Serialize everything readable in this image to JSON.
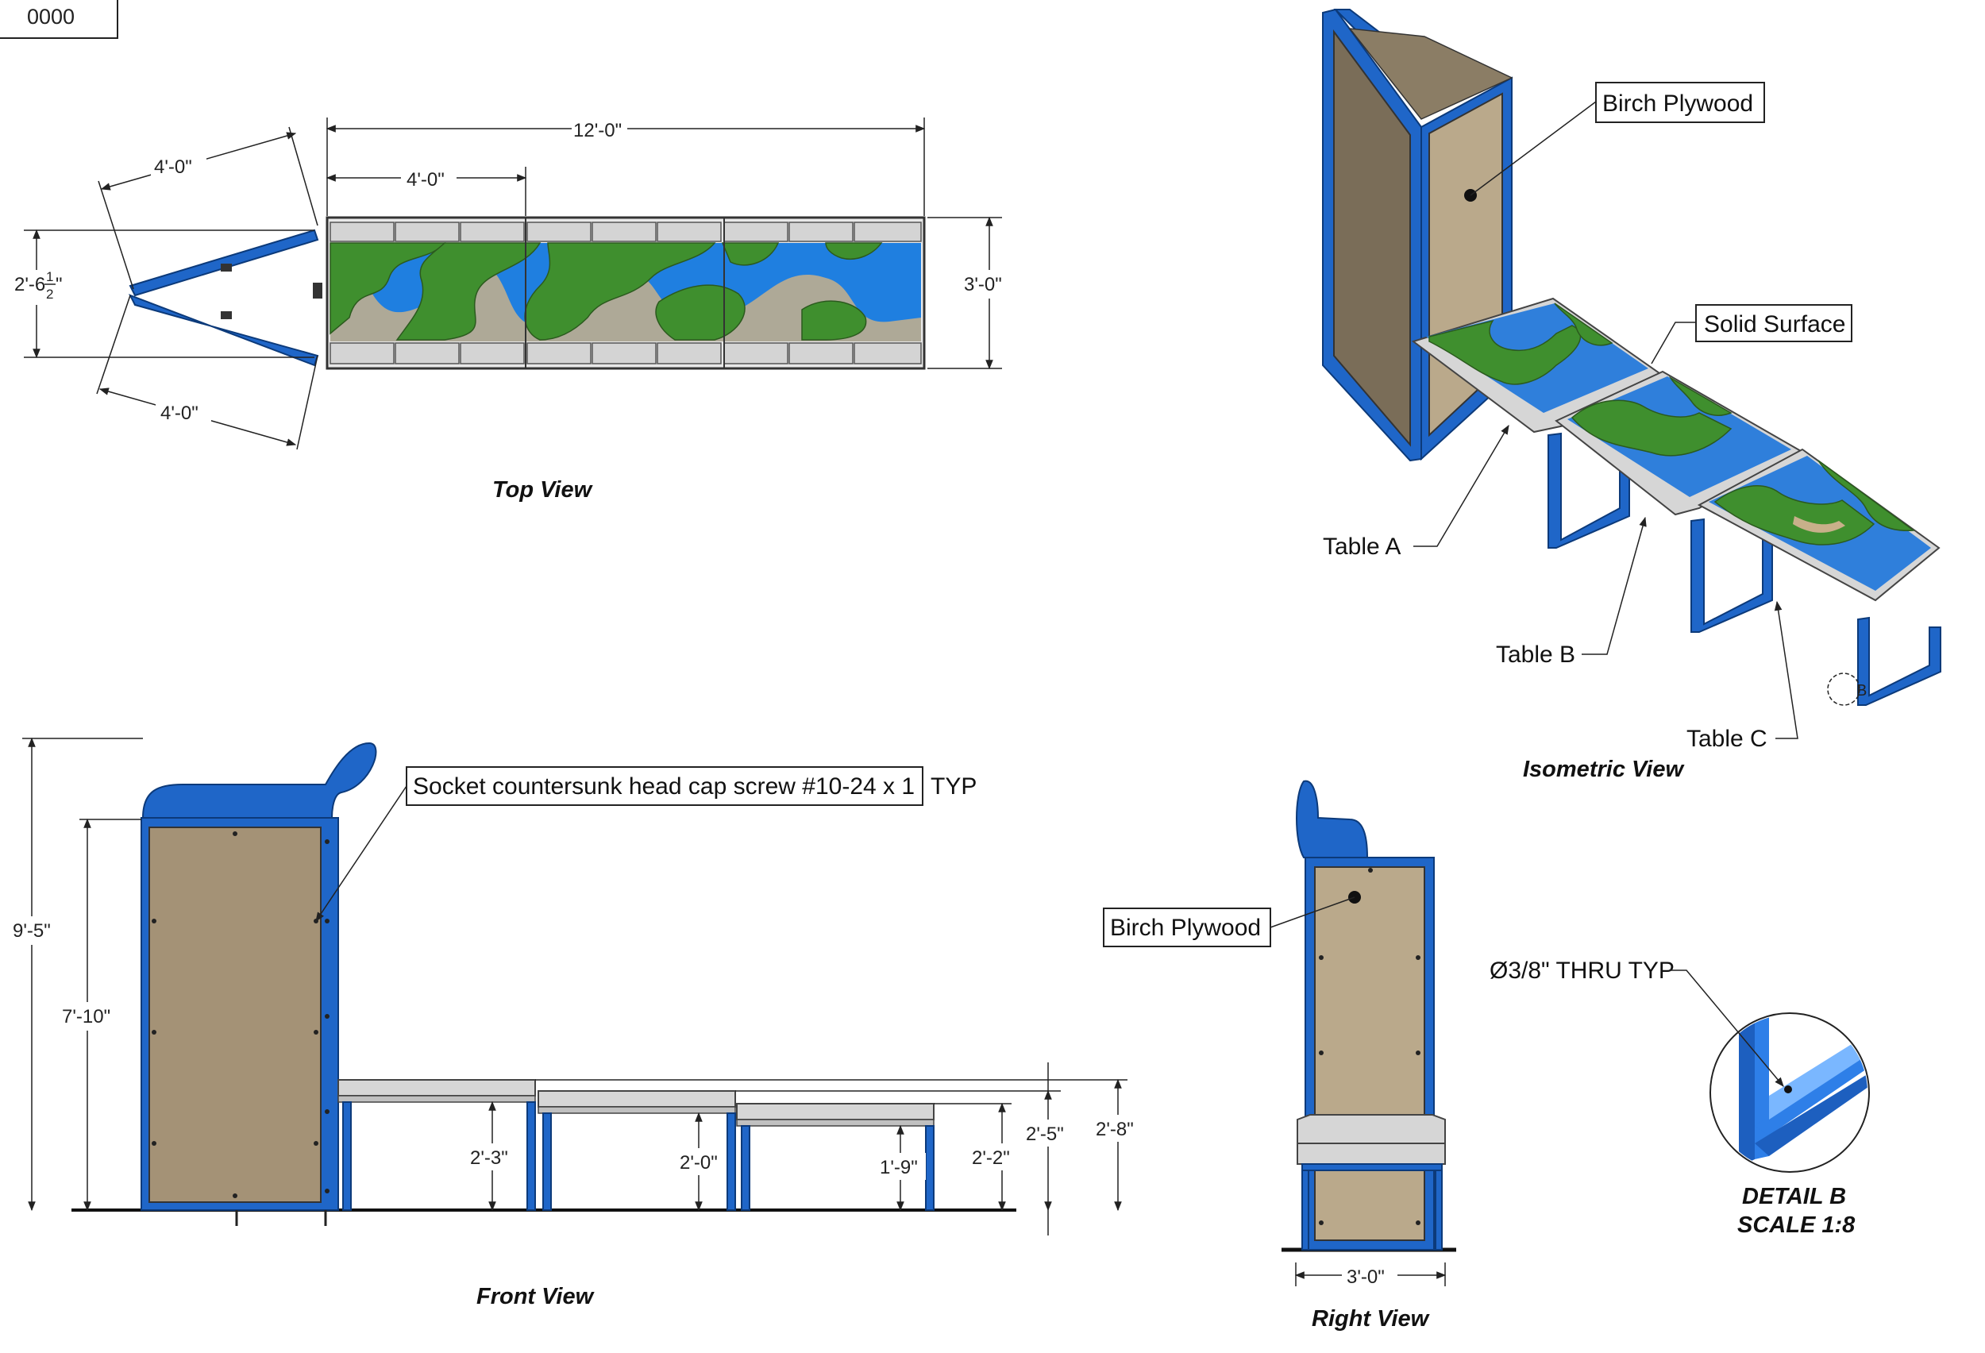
{
  "sheet": {
    "id_box": "0000"
  },
  "top_view": {
    "title": "Top View",
    "dims": {
      "overall_length": "12'-0\"",
      "segment": "4'-0\"",
      "depth": "3'-0\"",
      "wing_upper": "4'-0\"",
      "wing_lower": "4'-0\"",
      "wing_span_main": "2'-6",
      "wing_span_num": "1",
      "wing_span_den": "2",
      "wing_span_unit": "\""
    }
  },
  "isometric_view": {
    "title": "Isometric View",
    "callouts": {
      "birch_plywood": "Birch Plywood",
      "solid_surface": "Solid Surface",
      "table_a": "Table A",
      "table_b": "Table B",
      "table_c": "Table C",
      "detail_ref": "B"
    }
  },
  "front_view": {
    "title": "Front View",
    "callout_screw": "Socket countersunk head cap screw #10-24 x 1",
    "callout_typ": "TYP",
    "dims": {
      "overall_height": "9'-5\"",
      "panel_height": "7'-10\"",
      "table_a_height": "2'-3\"",
      "table_b_height": "2'-0\"",
      "table_c_height": "1'-9\"",
      "table_c_top": "2'-2\"",
      "table_b_top": "2'-5\"",
      "table_a_top": "2'-8\""
    }
  },
  "right_view": {
    "title": "Right View",
    "callout": "Birch Plywood",
    "width_dim": "3'-0\""
  },
  "detail_b": {
    "title_line1": "DETAIL B",
    "title_line2": "SCALE 1:8",
    "callout": "Ø3/8\" THRU TYP"
  },
  "colors": {
    "frame_blue": "#1f66c8",
    "plywood": "#a49276",
    "water": "#1f7fe0",
    "grass": "#3f8f2e",
    "sand": "#c8b08a",
    "solid_surface": "#d6d6d6"
  }
}
